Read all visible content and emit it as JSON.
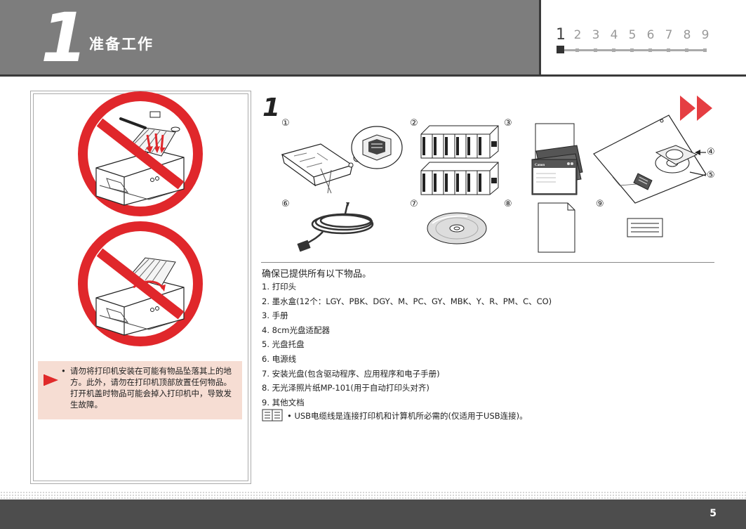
{
  "header": {
    "section_number": "1",
    "title": "准备工作",
    "steps": [
      "1",
      "2",
      "3",
      "4",
      "5",
      "6",
      "7",
      "8",
      "9"
    ],
    "current_step": "1"
  },
  "warning": {
    "bullet": "•",
    "text": "请勿将打印机安装在可能有物品坠落其上的地方。此外，请勿在打印机顶部放置任何物品。打开机盖时物品可能会掉入打印机中，导致发生故障。"
  },
  "main": {
    "step_number": "1",
    "labels": [
      "①",
      "②",
      "③",
      "④",
      "⑤",
      "⑥",
      "⑦",
      "⑧",
      "⑨"
    ],
    "manual_brand": "Canon",
    "intro": "确保已提供所有以下物品。",
    "items": [
      "1. 打印头",
      "2. 墨水盒(12个：LGY、PBK、DGY、M、PC、GY、MBK、Y、R、PM、C、CO)",
      "3. 手册",
      "4. 8cm光盘适配器",
      "5. 光盘托盘",
      "6. 电源线",
      "7. 安装光盘(包含驱动程序、应用程序和电子手册)",
      "8. 无光泽照片纸MP-101(用于自动打印头对齐)",
      "9. 其他文档"
    ],
    "note": {
      "bullet": "•",
      "text": "USB电缆线是连接打印机和计算机所必需的(仅适用于USB连接)。"
    }
  },
  "footer": {
    "page_number": "5"
  },
  "colors": {
    "header_gray": "#7d7d7d",
    "prohibit_red": "#e0272b",
    "warning_bg": "#f6ddd3",
    "flag_red": "#e02a2a",
    "footer": "#4d4d4d"
  }
}
